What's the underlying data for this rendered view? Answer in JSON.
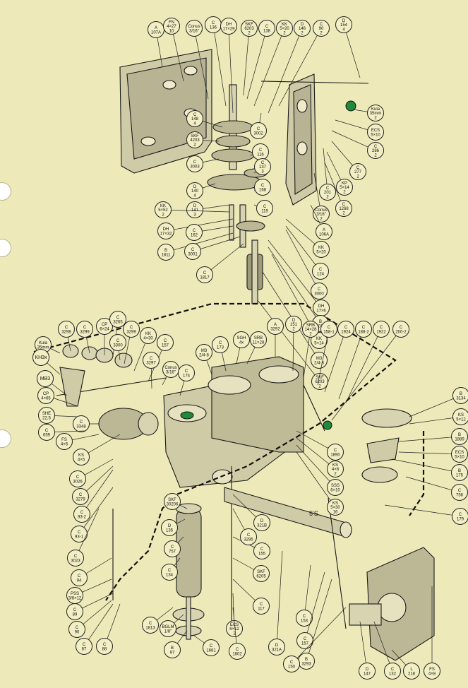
{
  "sheet": {
    "colors": {
      "paper": "#ede9b8",
      "ink": "#1a1a1a",
      "housing_fill": "#c9c5a2",
      "green_accent": "#1f8a3a"
    }
  },
  "callouts": [
    [
      "A",
      "107A"
    ],
    [
      "FN",
      "4×27",
      "10"
    ],
    [
      "Conus",
      "3/16\""
    ],
    [
      "C",
      "136"
    ],
    [
      "DH",
      "17×29"
    ],
    [
      "SKF",
      "6203",
      "2"
    ],
    [
      "C",
      "138"
    ],
    [
      "KK",
      "5×20",
      "2"
    ],
    [
      "D",
      "146",
      "2"
    ],
    [
      "C",
      "90",
      "2"
    ],
    [
      "D",
      "154",
      "4"
    ],
    [
      "Kula",
      "35mm",
      "2"
    ],
    [
      "ECS",
      "5×10"
    ],
    [
      "C",
      "286",
      "2"
    ],
    [
      "C",
      "277",
      "2"
    ],
    [
      "KP",
      "5×14",
      "2"
    ],
    [
      "C",
      "1268",
      "2"
    ],
    [
      "C",
      "201",
      "2"
    ],
    [
      "Conus",
      "3/16\"",
      "2"
    ],
    [
      "C",
      "3002"
    ],
    [
      "C",
      "116"
    ],
    [
      "C",
      "137",
      "3"
    ],
    [
      "C",
      "168"
    ],
    [
      "C",
      "119"
    ],
    [
      "A",
      "106A"
    ],
    [
      "KK",
      "5×20"
    ],
    [
      "C",
      "124"
    ],
    [
      "C",
      "3000"
    ],
    [
      "DH",
      "17×6"
    ],
    [
      "B",
      "3011"
    ],
    [
      "KK",
      "5×14"
    ],
    [
      "M3",
      "2/4-8"
    ],
    [
      "SKF",
      "6203",
      "2"
    ],
    [
      "C",
      "148",
      "4"
    ],
    [
      "SKF",
      "4203",
      "2"
    ],
    [
      "C",
      "3003"
    ],
    [
      "D",
      "140",
      "4"
    ],
    [
      "D",
      "141",
      "3"
    ],
    [
      "KK",
      "5×52",
      "2"
    ],
    [
      "DH",
      "17×32"
    ],
    [
      "C",
      "162"
    ],
    [
      "B",
      "1811"
    ],
    [
      "C",
      "3001"
    ],
    [
      "C",
      "1817"
    ],
    [
      "C",
      "3298"
    ],
    [
      "C",
      "3299"
    ],
    [
      "CP",
      "6×24"
    ],
    [
      "C",
      "3265"
    ],
    [
      "C",
      "3300"
    ],
    [
      "C",
      "3299"
    ],
    [
      "KK",
      "4×30"
    ],
    [
      "C",
      "157"
    ],
    [
      "C",
      "3297"
    ],
    [
      "Conus",
      "3/16\""
    ],
    [
      "C",
      "174"
    ],
    [
      "M3",
      "2/4-8"
    ],
    [
      "C",
      "173"
    ],
    [
      "SGH",
      "4x"
    ],
    [
      "SRB",
      "11×28"
    ],
    [
      "A",
      "3292"
    ],
    [
      "D",
      "151",
      "2"
    ],
    [
      "SRB",
      "14×28",
      "2"
    ],
    [
      "C",
      "158-1"
    ],
    [
      "C",
      "1924"
    ],
    [
      "C",
      "188-2"
    ],
    [
      "C",
      "1922"
    ],
    [
      "C",
      "200-2"
    ],
    [
      "Kula",
      "35mm"
    ],
    [
      "KH3x"
    ],
    [
      "MB3"
    ],
    [
      "CP",
      "4×65"
    ],
    [
      "SHE",
      "22,5"
    ],
    [
      "C",
      "3348"
    ],
    [
      "C",
      "659"
    ],
    [
      "FS",
      "4×6"
    ],
    [
      "KS",
      "4×5"
    ],
    [
      "C",
      "3026"
    ],
    [
      "C",
      "3279"
    ],
    [
      "C",
      "93-2"
    ],
    [
      "C",
      "93-1"
    ],
    [
      "C",
      "3023"
    ],
    [
      "C",
      "94"
    ],
    [
      "PSS",
      "3/8×12"
    ],
    [
      "C",
      "89"
    ],
    [
      "C",
      "90"
    ],
    [
      "C",
      "87"
    ],
    [
      "C",
      "88"
    ],
    [
      "C",
      "1813"
    ],
    [
      "BGLM",
      "1/8\""
    ],
    [
      "B",
      "97"
    ],
    [
      "C",
      "1661"
    ],
    [
      "SKF",
      "30206"
    ],
    [
      "D",
      "135"
    ],
    [
      "C",
      "757"
    ],
    [
      "C",
      "134"
    ],
    [
      "C",
      "155"
    ],
    [
      "SKF",
      "6205"
    ],
    [
      "C",
      "117"
    ],
    [
      "ECS",
      "6×12",
      "2"
    ],
    [
      "C",
      "1802"
    ],
    [
      "D",
      "321A"
    ],
    [
      "D",
      "321B"
    ],
    [
      "C",
      "3295"
    ],
    [
      "C",
      "153"
    ],
    [
      "C",
      "157"
    ],
    [
      "B",
      "3293"
    ],
    [
      "C",
      "150"
    ],
    [
      "D",
      "147"
    ],
    [
      "C",
      "132"
    ],
    [
      "L",
      "218"
    ],
    [
      "FS",
      "4×8"
    ],
    [
      "B",
      "3134"
    ],
    [
      "KS",
      "5×12"
    ],
    [
      "B",
      "1889"
    ],
    [
      "ECS",
      "5×10"
    ],
    [
      "B",
      "175"
    ],
    [
      "C",
      "756"
    ],
    [
      "C",
      "179"
    ],
    [
      "C",
      "1890"
    ],
    [
      "KS",
      "4×8",
      "2"
    ],
    [
      "SSS",
      "6×10"
    ],
    [
      "KS",
      "5×30",
      "16"
    ],
    [
      "BGLM",
      "1/8\""
    ]
  ],
  "annotations": {
    "shaft_marking": "5'S"
  }
}
